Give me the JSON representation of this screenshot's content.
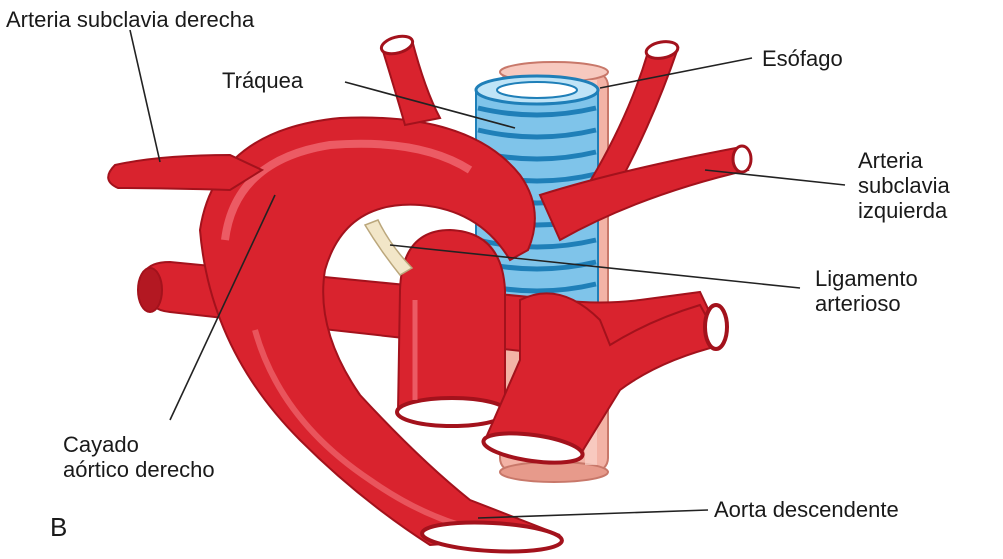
{
  "labels": {
    "subclavia_derecha": "Arteria subclavia derecha",
    "traquea": "Tráquea",
    "esofago": "Esófago",
    "subclavia_izquierda": [
      "Arteria",
      "subclavia",
      "izquierda"
    ],
    "ligamento": [
      "Ligamento",
      "arterioso"
    ],
    "cayado": [
      "Cayado",
      "aórtico derecho"
    ],
    "aorta_descendente": "Aorta descendente",
    "panel_letter": "B"
  },
  "colors": {
    "artery": "#d9232e",
    "artery_dark": "#a3121c",
    "artery_highlight": "#f4747c",
    "artery_lumen": "#ffffff",
    "trachea": "#7fc4ea",
    "trachea_ring": "#1f7fb8",
    "esophagus": "#f3b3a6",
    "esophagus_edge": "#c8786a",
    "ligament": "#f2e6c8",
    "leader_line": "#222222"
  }
}
